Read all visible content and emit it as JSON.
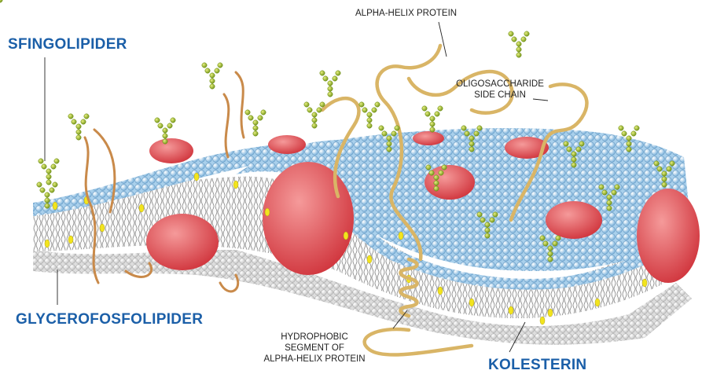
{
  "labels": {
    "sfingolipider": "SFINGOLIPIDER",
    "glycerofosfolipider": "GLYCEROFOSFOLIPIDER",
    "kolesterin": "KOLESTERIN",
    "alpha_helix_protein": "ALPHA-HELIX PROTEIN",
    "oligosaccharide_line1": "OLIGOSACCHARIDE",
    "oligosaccharide_line2": "SIDE CHAIN",
    "hydrophobic_line1": "HYDROPHOBIC",
    "hydrophobic_line2": "SEGMENT OF",
    "hydrophobic_line3": "ALPHA-HELIX PROTEIN"
  },
  "colors": {
    "label_blue": "#1b5fa8",
    "head_blue": "#9cc8e8",
    "head_white": "#f2f2f2",
    "protein_red": "#e04a4f",
    "tail_gray": "#8a8a8a",
    "cholesterol_yellow": "#f0e020",
    "sugar_green": "#a8c030",
    "helix_tan": "#d8b060"
  }
}
